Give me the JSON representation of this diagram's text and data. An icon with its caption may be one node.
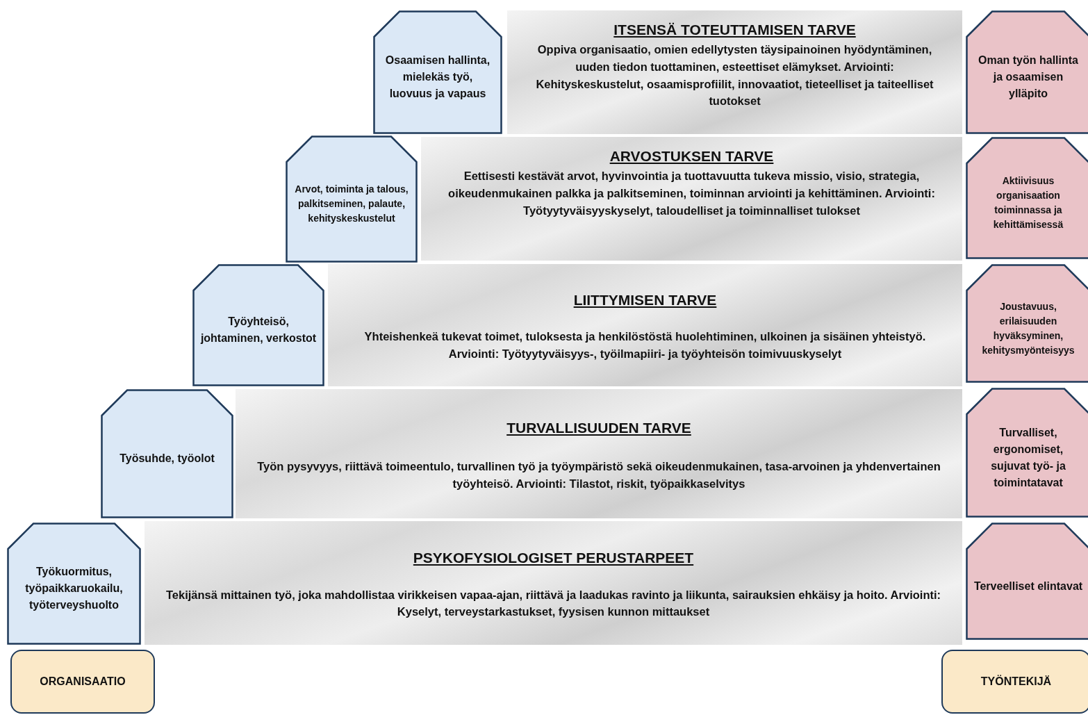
{
  "diagram": {
    "nodes": [
      {
        "text": [
          "Osaamisen hallinta, mielekäs työ, luovuus ja vapaus"
        ]
      },
      {
        "text": [
          "ITSENSÄ TOTEUTTAMISEN TARVE",
          "Oppiva organisaatio, omien edellytysten täysipainoinen hyödyntäminen, uuden tiedon tuottaminen, esteettiset elämykset. Arviointi: Kehityskeskustelut, osaamisprofiilit, innovaatiot, tieteelliset ja taiteelliset tuotokset"
        ]
      },
      {
        "text": [
          "Oman työn hallinta ja osaamisen ylläpito"
        ]
      },
      {
        "text": [
          "Arvot, toiminta ja talous, palkitseminen, palaute, kehityskeskustelut"
        ]
      },
      {
        "text": [
          "ARVOSTUKSEN TARVE",
          "Eettisesti kestävät arvot, hyvinvointia ja tuottavuutta tukeva missio, visio, strategia, oikeudenmukainen palkka ja palkitseminen, toiminnan arviointi ja kehittäminen. Arviointi: Työtyytyväisyyskyselyt, taloudelliset ja toiminnalliset tulokset"
        ]
      },
      {
        "text": [
          "Aktiivisuus organisaation toiminnassa ja kehittämisessä"
        ]
      },
      {
        "text": [
          "Työyhteisö, johtaminen, verkostot"
        ]
      },
      {
        "text": [
          "LIITTYMISEN TARVE",
          "Yhteishenkeä tukevat toimet, tuloksesta ja henkilöstöstä huolehtiminen, ulkoinen ja sisäinen yhteistyö. Arviointi: Työtyytyväisyys-, työilmapiiri- ja työyhteisön toimivuuskyselyt"
        ]
      },
      {
        "text": [
          "Joustavuus, erilaisuuden hyväksyminen, kehitysmyönteisyys"
        ]
      },
      {
        "text": [
          "Työsuhde, työolot"
        ]
      },
      {
        "text": [
          "TURVALLISUUDEN TARVE",
          "Työn pysyvyys, riittävä toimeentulo, turvallinen työ ja työympäristö sekä oikeudenmukainen, tasa-arvoinen ja yhdenvertainen työyhteisö. Arviointi: Tilastot, riskit, työpaikkaselvitys"
        ]
      },
      {
        "text": [
          "Turvalliset, ergonomiset, sujuvat työ- ja toimintatavat"
        ]
      },
      {
        "text": [
          "Työkuormitus, työpaikkaruokailu, työterveyshuolto"
        ]
      },
      {
        "text": [
          "PSYKOFYSIOLOGISET PERUSTARPEET",
          "Tekijänsä mittainen työ, joka mahdollistaa virikkeisen vapaa-ajan, riittävä ja laadukas ravinto ja liikunta, sairauksien ehkäisy ja hoito. Arviointi: Kyselyt, terveystarkastukset, fyysisen kunnon mittaukset"
        ]
      },
      {
        "text": [
          "Terveelliset elintavat"
        ]
      },
      {
        "text": [
          "ORGANISAATIO"
        ]
      },
      {
        "text": [
          "TYÖNTEKIJÄ"
        ]
      }
    ]
  }
}
